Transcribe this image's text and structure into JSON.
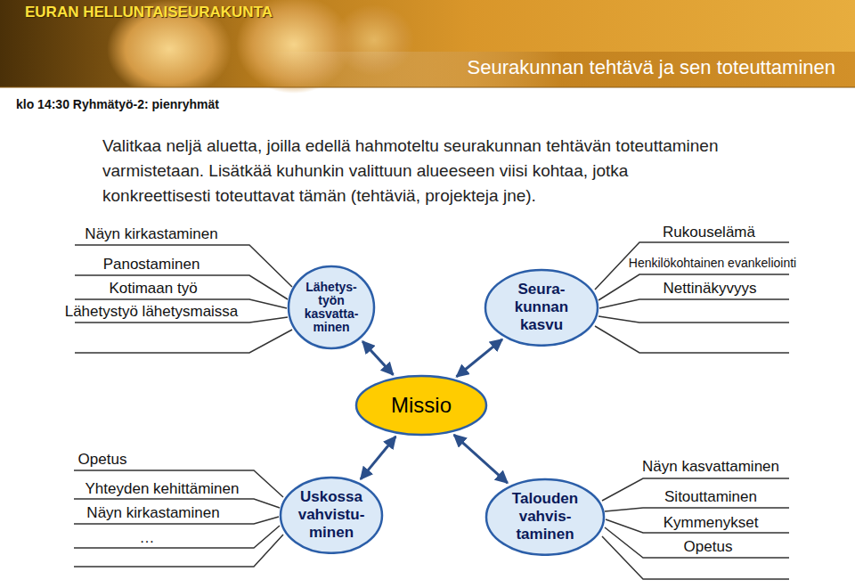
{
  "diagram": {
    "title": "Seurakunnan tehtävä ja sen toteuttaminen",
    "nodes": [
      {
        "text": [
          "Lähetys- työn kasvatta- minen"
        ]
      },
      {
        "text": [
          "Seura- kunnan kasvu"
        ]
      },
      {
        "text": [
          "Missio"
        ]
      },
      {
        "text": [
          "Uskossa vahvistu- minen"
        ]
      },
      {
        "text": [
          "Talouden vahvis- taminen"
        ]
      }
    ],
    "edges": [
      {
        "from": 2,
        "to": 0,
        "arrow": "both"
      },
      {
        "from": 2,
        "to": 1,
        "arrow": "both"
      },
      {
        "from": 2,
        "to": 3,
        "arrow": "both"
      },
      {
        "from": 2,
        "to": 4,
        "arrow": "both"
      }
    ],
    "labels": [
      "EURAN HELLUNTAISEURAKUNTA",
      "klo 14:30 Ryhmätyö-2: pienryhmät",
      "Valitkaa neljä aluetta, joilla edellä hahmoteltu seurakunnan tehtävän toteuttaminen varmistetaan. Lisätkää kuhunkin valittuun alueeseen viisi kohtaa, jotka konkreettisesti toteuttavat tämän (tehtäviä, projekteja jne).",
      "Näyn kirkastaminen",
      "Panostaminen",
      "Kotimaan työ",
      "Lähetystyö lähetysmaissa",
      "Rukouselämä",
      "Henkilökohtainen evankeliointi",
      "Nettinäkyvyys",
      "Opetus",
      "Yhteyden kehittäminen",
      "Näyn kirkastaminen",
      "…",
      "Näyn kasvattaminen",
      "Sitouttaminen",
      "Kymmenykset",
      "Opetus"
    ]
  }
}
